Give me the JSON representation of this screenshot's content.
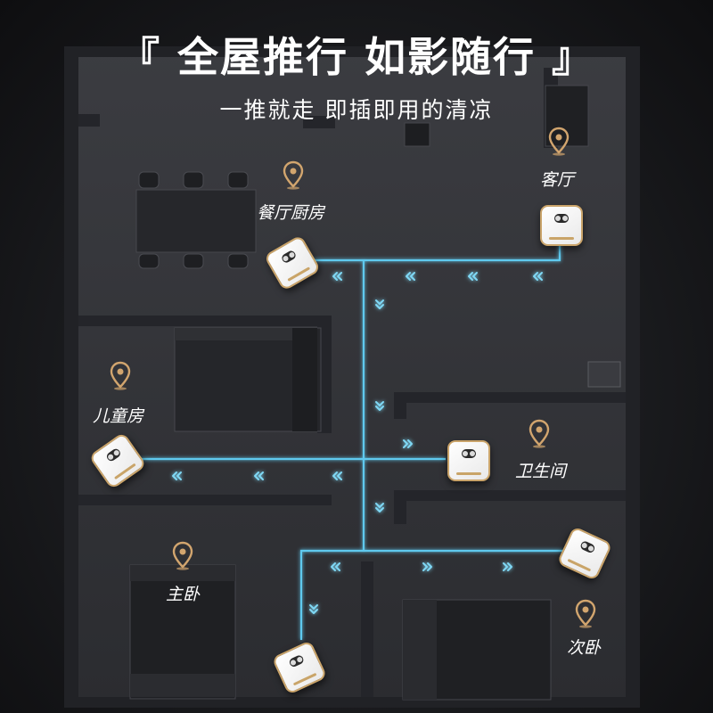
{
  "headline": {
    "title": "『 全屋推行  如影随行 』",
    "subtitle": "一推就走  即插即用的清凉"
  },
  "rooms": {
    "living": "客厅",
    "dining_kitchen": "餐厅厨房",
    "kids_room": "儿童房",
    "bathroom": "卫生间",
    "master_bedroom": "主卧",
    "second_bedroom": "次卧"
  },
  "icons": {
    "pin": "location-pin-icon",
    "device": "fan-unit-icon",
    "path_arrow": "chevron-double-icon"
  },
  "colors": {
    "path": "#5fc9ee",
    "accent_gold": "#caa46a",
    "pin_ring": "#d2a56e"
  }
}
